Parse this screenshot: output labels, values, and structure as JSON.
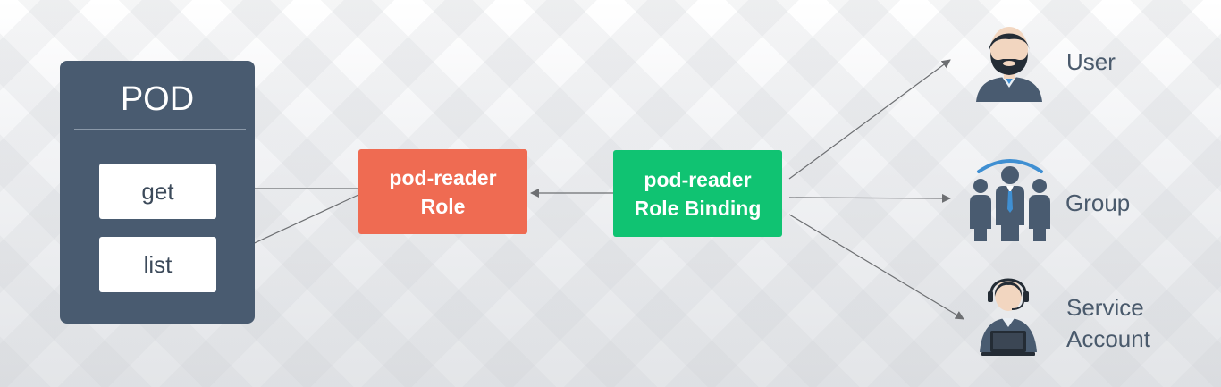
{
  "pod": {
    "title": "POD",
    "verbs": [
      "get",
      "list"
    ]
  },
  "role": {
    "line1": "pod-reader",
    "line2": "Role",
    "color": "#ef6b52"
  },
  "binding": {
    "line1": "pod-reader",
    "line2": "Role Binding",
    "color": "#10c372"
  },
  "subjects": [
    {
      "label": "User",
      "icon": "user-icon"
    },
    {
      "label": "Group",
      "icon": "group-icon"
    },
    {
      "label_line1": "Service",
      "label_line2": "Account",
      "icon": "service-account-icon"
    }
  ],
  "colors": {
    "pod_bg": "#495b70",
    "text": "#4a5a6c",
    "connector": "#6d6f72"
  }
}
